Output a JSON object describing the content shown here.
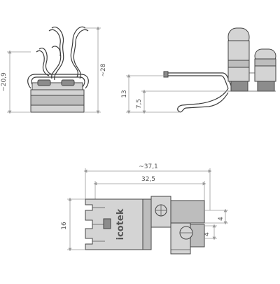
{
  "dimensions": {
    "front_height": "~28",
    "front_width": "~20,9",
    "side_height": "13",
    "side_inner": "7,5",
    "top_overall": "~37,1",
    "top_inner": "32,5",
    "top_height": "16",
    "top_pitch_a": "4",
    "top_pitch_b": "4"
  },
  "brand": "icotek",
  "colors": {
    "line": "#3a3a3a",
    "dimension": "#9a9a9a",
    "metal": "#d4d4d4"
  }
}
